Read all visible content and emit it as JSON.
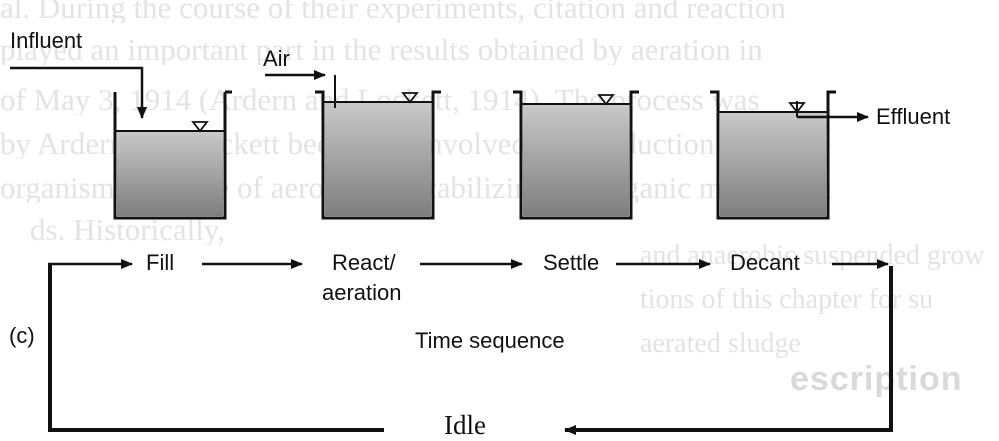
{
  "figure_label": "(c)",
  "flow": {
    "influent": "Influent",
    "air": "Air",
    "effluent": "Effluent"
  },
  "steps": [
    {
      "label": "Fill"
    },
    {
      "label": "React/",
      "label2": "aeration"
    },
    {
      "label": "Settle"
    },
    {
      "label": "Decant"
    }
  ],
  "time_sequence": "Time sequence",
  "idle": "Idle",
  "background_text": {
    "lines": [
      "al. During the course of their experiments, citation and reaction",
      "played an important part in the results obtained by aeration in",
      "of May 3, 1914 (Ardern and Lockett, 1914). The process was",
      "by Ardern and Lockett because it involved the production of an",
      "organisms capable of aerobically stabilizing the organic material in",
      "ds. Historically,",
      "and anaerobic suspended grow",
      "tions of this chapter for su",
      "aerated sludge"
    ],
    "heading": "escription"
  },
  "colors": {
    "line": "#111111",
    "tank_liquid_top": "#c9c9c9",
    "tank_liquid_bottom": "#7e7e7e"
  }
}
